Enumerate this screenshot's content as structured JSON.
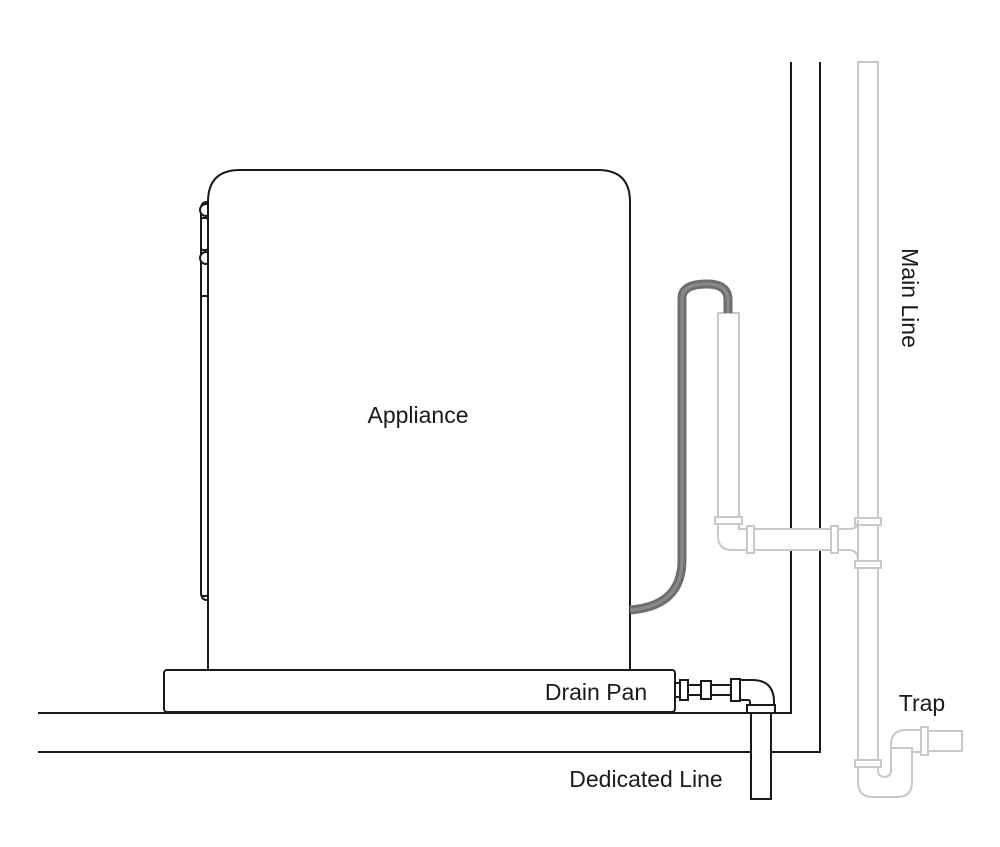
{
  "labels": {
    "appliance": "Appliance",
    "drain_pan": "Drain Pan",
    "dedicated_line": "Dedicated Line",
    "main_line": "Main Line",
    "trap": "Trap"
  },
  "colors": {
    "line": "#1a1a1a",
    "pipe": "#c8c8c8",
    "hose": "#6e6e6e",
    "background": "#ffffff"
  }
}
